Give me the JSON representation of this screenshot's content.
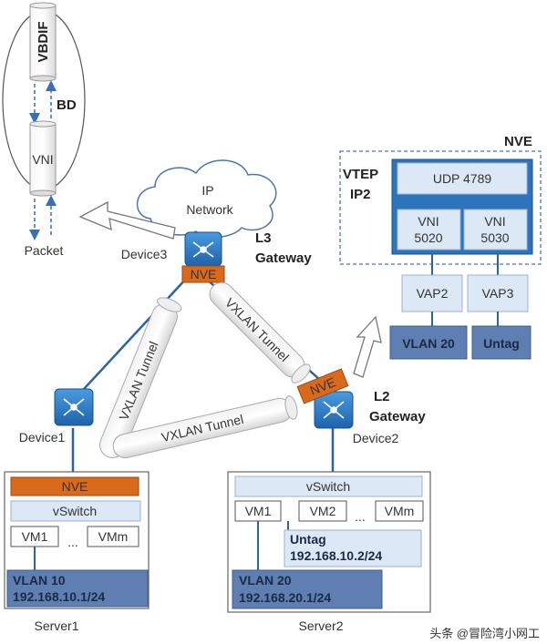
{
  "colors": {
    "device_blue": "#2f7fc6",
    "nve_orange": "#d96a1c",
    "dark_blue_box": "#5f7fb2",
    "light_blue_box": "#dce8f5",
    "nve_panel_blue": "#2e74bd",
    "link_blue": "#2a62a8"
  },
  "top_left": {
    "vbdif": "VBDIF",
    "bd": "BD",
    "vni": "VNI",
    "packet": "Packet"
  },
  "cloud": {
    "line1": "IP",
    "line2": "Network"
  },
  "device3": {
    "name": "Device3",
    "role_line1": "L3",
    "role_line2": "Gateway",
    "nve": "NVE"
  },
  "device1": {
    "name": "Device1"
  },
  "device2": {
    "name": "Device2",
    "role_line1": "L2",
    "role_line2": "Gateway",
    "nve": "NVE"
  },
  "tunnels": {
    "t1": "VXLAN Tunnel",
    "t2": "VXLAN Tunnel",
    "t3": "VXLAN Tunnel"
  },
  "nve_panel": {
    "title": "NVE",
    "vtep_line1": "VTEP",
    "vtep_line2": "IP2",
    "udp": "UDP 4789",
    "vni1_line1": "VNI",
    "vni1_line2": "5020",
    "vni2_line1": "VNI",
    "vni2_line2": "5030",
    "vap2": "VAP2",
    "vap3": "VAP3",
    "vlan20": "VLAN 20",
    "untag": "Untag"
  },
  "server1": {
    "name": "Server1",
    "nve": "NVE",
    "vswitch": "vSwitch",
    "vm1": "VM1",
    "dots": "...",
    "vmm": "VMm",
    "vlan_line1": "VLAN 10",
    "vlan_line2": "192.168.10.1/24"
  },
  "server2": {
    "name": "Server2",
    "vswitch": "vSwitch",
    "vm1": "VM1",
    "vm2": "VM2",
    "dots": "...",
    "vmm": "VMm",
    "untag_line1": "Untag",
    "untag_line2": "192.168.10.2/24",
    "vlan_line1": "VLAN 20",
    "vlan_line2": "192.168.20.1/24"
  },
  "watermark": "头条 @冒险湾小网工"
}
